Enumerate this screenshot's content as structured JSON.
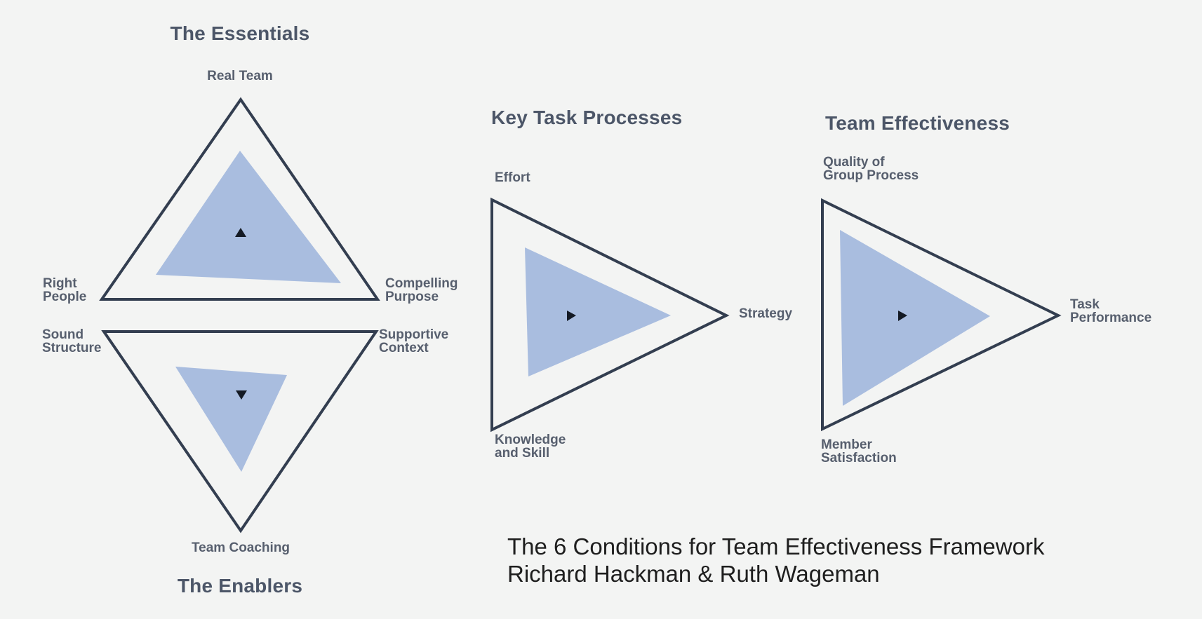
{
  "colors": {
    "background": "#f3f4f3",
    "triangle_outline": "#333e50",
    "triangle_fill": "#a9bddf",
    "marker": "#141a24",
    "heading_text": "#4c5668",
    "label_text": "#575f6e",
    "caption_text": "#1e1e1e"
  },
  "essentials": {
    "heading": "The Essentials",
    "top_label": "Real Team",
    "left_label": "Right\nPeople",
    "right_label": "Compelling\nPurpose"
  },
  "enablers": {
    "heading": "The Enablers",
    "left_label": "Sound\nStructure",
    "right_label": "Supportive\nContext",
    "bottom_label": "Team Coaching"
  },
  "key_task_processes": {
    "heading": "Key Task Processes",
    "top_label": "Effort",
    "bottom_label": "Knowledge\nand Skill",
    "right_label": "Strategy"
  },
  "team_effectiveness": {
    "heading": "Team Effectiveness",
    "top_label": "Quality of\nGroup Process",
    "bottom_label": "Member\nSatisfaction",
    "right_label": "Task\nPerformance"
  },
  "caption": {
    "line1": "The 6 Conditions for Team Effectiveness Framework",
    "line2": "Richard Hackman & Ruth Wageman"
  }
}
